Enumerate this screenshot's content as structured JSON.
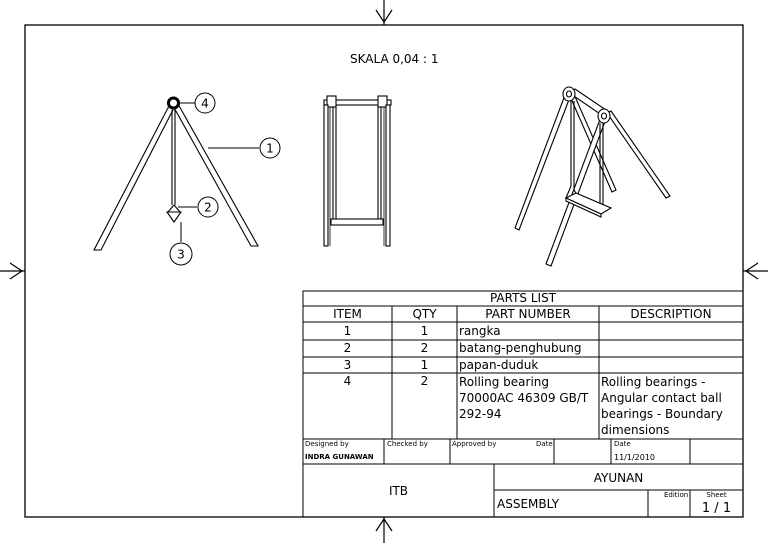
{
  "drawing": {
    "scale_label": "SKALA 0,04 : 1"
  },
  "balloons": [
    {
      "number": "4"
    },
    {
      "number": "1"
    },
    {
      "number": "2"
    },
    {
      "number": "3"
    }
  ],
  "parts_list": {
    "title": "PARTS LIST",
    "headers": {
      "item": "ITEM",
      "qty": "QTY",
      "part_number": "PART NUMBER",
      "description": "DESCRIPTION"
    },
    "rows": [
      {
        "item": "1",
        "qty": "1",
        "part_number": "rangka",
        "description": ""
      },
      {
        "item": "2",
        "qty": "2",
        "part_number": "batang-penghubung",
        "description": ""
      },
      {
        "item": "3",
        "qty": "1",
        "part_number": "papan-duduk",
        "description": ""
      },
      {
        "item": "4",
        "qty": "2",
        "part_number": "Rolling bearing 70000AC 46309 GB/T 292-94",
        "description": "Rolling bearings - Angular contact ball bearings - Boundary dimensions"
      }
    ]
  },
  "title_block": {
    "designed_by_label": "Designed by",
    "designed_by": "INDRA GUNAWAN",
    "checked_by_label": "Checked by",
    "approved_by_label": "Approved by",
    "date_label_1": "Date",
    "date_label_2": "Date",
    "date": "11/1/2010",
    "company": "ITB",
    "title": "AYUNAN",
    "subtitle": "ASSEMBLY",
    "edition_label": "Edition",
    "sheet_label": "Sheet",
    "sheet": "1 / 1"
  }
}
